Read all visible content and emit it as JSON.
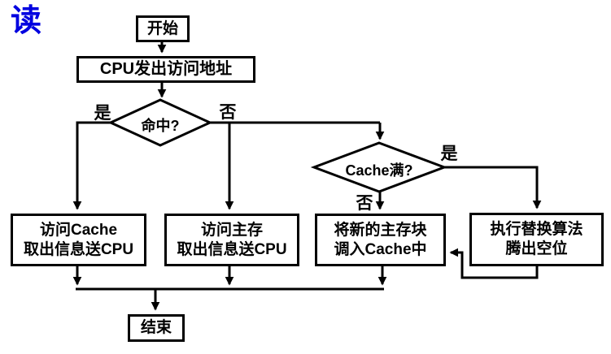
{
  "title": "读",
  "colors": {
    "title": "#0000E0",
    "stroke": "#000000",
    "background": "#FFFFFF"
  },
  "nodes": {
    "start": {
      "label": "开始"
    },
    "cpu_issue": {
      "label": "CPU发出访问地址"
    },
    "hit_decision": {
      "label": "命中?"
    },
    "cache_full_decision": {
      "label": "Cache满?"
    },
    "access_cache": {
      "line1": "访问Cache",
      "line2": "取出信息送CPU"
    },
    "access_main": {
      "line1": "访问主存",
      "line2": "取出信息送CPU"
    },
    "load_block": {
      "line1": "将新的主存块",
      "line2": "调入Cache中"
    },
    "replace_algo": {
      "line1": "执行替换算法",
      "line2": "腾出空位"
    },
    "end": {
      "label": "结束"
    }
  },
  "edge_labels": {
    "hit_yes": "是",
    "hit_no": "否",
    "full_yes": "是",
    "full_no": "否"
  }
}
